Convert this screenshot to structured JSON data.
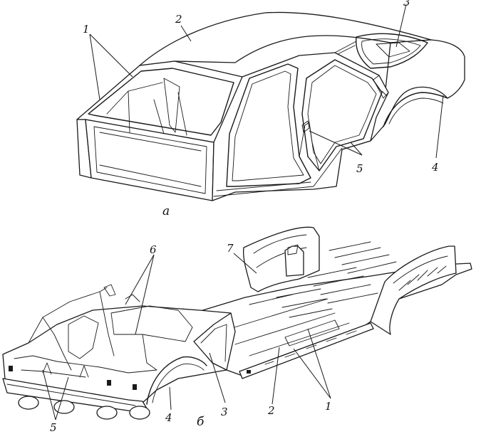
{
  "figure_a": {
    "caption": "а",
    "labels": {
      "l1": "1",
      "l2": "2",
      "l3": "3",
      "l4": "4",
      "l5": "5"
    }
  },
  "figure_b": {
    "caption": "б",
    "labels": {
      "l1": "1",
      "l2": "2",
      "l3": "3",
      "l4": "4",
      "l5": "5",
      "l6": "6",
      "l7": "7"
    }
  }
}
